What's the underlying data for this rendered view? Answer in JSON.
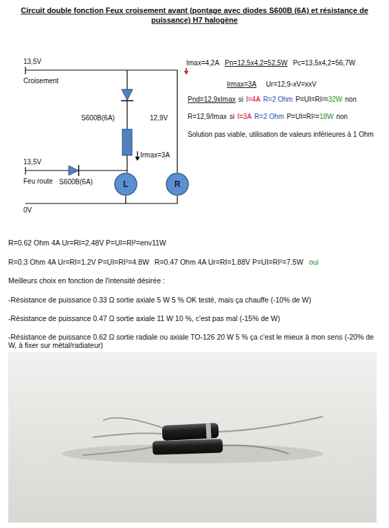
{
  "diagram": {
    "title": "Circuit double fonction Feux croisement avant (pontage avec diodes S600B (6A) et résistance de puissance) H7 halogène",
    "nodes": [
      {
        "text": [
          "L"
        ]
      },
      {
        "text": [
          "R"
        ]
      }
    ],
    "edges": [
      {
        "from": 0,
        "to": 1,
        "arrow": "none"
      }
    ],
    "labels": [
      "13,5V",
      "Croisement",
      "Imax=4,2A",
      "Pn=12,5x4,2=52,5W",
      "Pc=13,5x4,2=56,7W",
      "Irmax=3A",
      "Ur=12,9-xV=xxV",
      "Pnd=12,9xImax",
      "si",
      "I=4A",
      "R=2 Ohm",
      "P=UI=RI²=",
      "32W",
      "non",
      "R=12,9/Imax",
      "si",
      "I=3A",
      "R=2 Ohm",
      "P=UI=RI²=",
      "18W",
      "non",
      "Solution pas viable, utilisation de valeurs inférieures à 1 Ohm",
      "S600B(6A)",
      "12,9V",
      "Irmax=3A",
      "13,5V",
      "Feu route",
      "S600B(6A)",
      "0V",
      "R=0.62 Ohm 4A Ur=RI=2.48V P=UI=RI²=env11W",
      "R=0.3 Ohm 4A Ur=RI=1.2V P=UI=RI²=4.8W",
      "R=0.47 Ohm 4A Ur=RI=1.88V P=UI=RI²=7.5W",
      "oui",
      "Meilleurs choix en fonction de l'intensité désirée :",
      "-Résistance de puissance 0.33 Ω sortie axiale 5 W 5 % OK testé, mais ça chauffe (-10% de W)",
      "-Résistance de puissance 0.47 Ω sortie axiale 11 W 10 %, c'est pas mal (-15% de W)",
      "-Résistance de puissance 0.62 Ω sortie radiale ou axiale TO-126 20 W 5 % ça c'est le mieux à mon sens (-20% de W, à fixer sur métal/radiateur)"
    ]
  }
}
